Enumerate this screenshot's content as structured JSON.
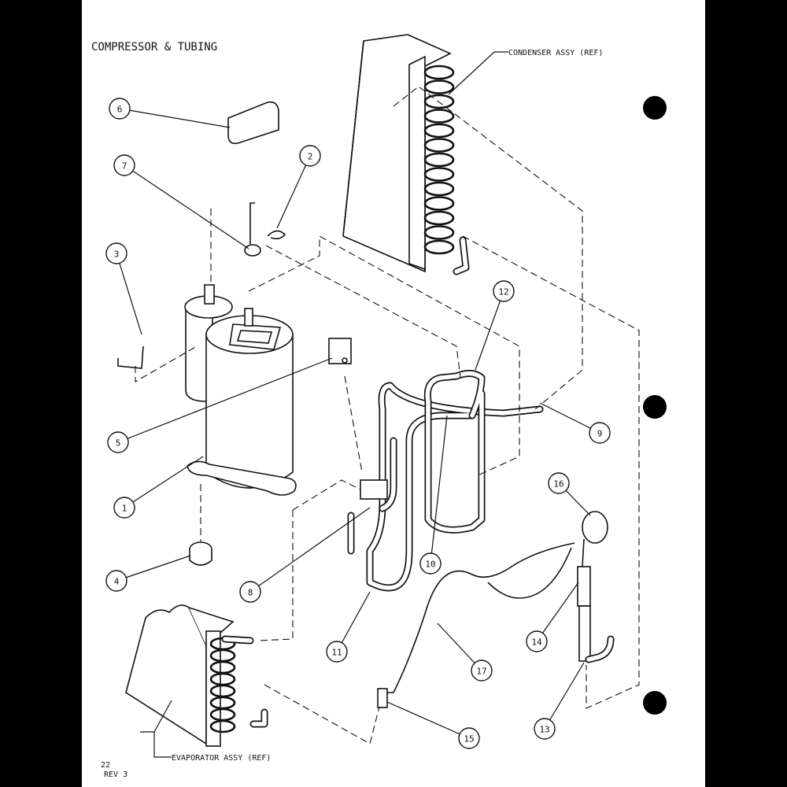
{
  "title": "COMPRESSOR & TUBING",
  "labels": {
    "condenser": "CONDENSER ASSY (REF)",
    "evaporator": "EVAPORATOR ASSY (REF)",
    "page_number": "22",
    "revision": "REV 3"
  },
  "callouts": [
    "1",
    "2",
    "3",
    "4",
    "5",
    "6",
    "7",
    "8",
    "9",
    "10",
    "11",
    "12",
    "13",
    "14",
    "15",
    "16",
    "17"
  ]
}
